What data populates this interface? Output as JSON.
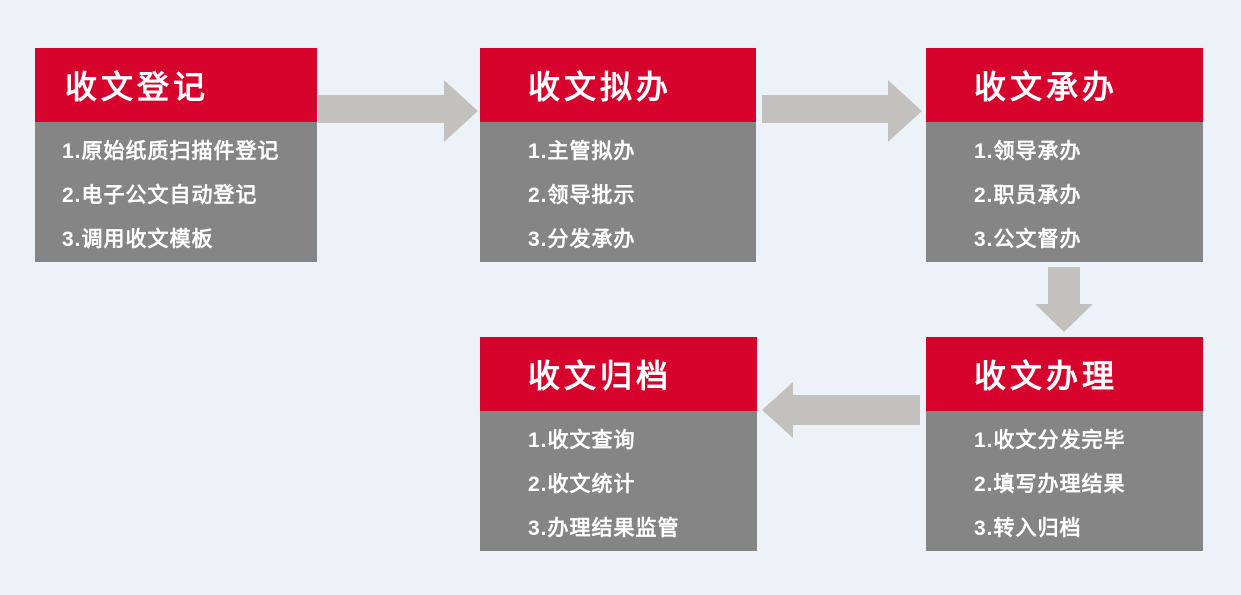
{
  "colors": {
    "background": "#edf1f8",
    "header_red": "#d6032c",
    "body_gray": "#858585",
    "arrow_gray": "#c2c1be",
    "text_white": "#ffffff"
  },
  "flow": {
    "steps": [
      {
        "title": "收文登记",
        "items": [
          "1.原始纸质扫描件登记",
          "2.电子公文自动登记",
          "3.调用收文模板"
        ]
      },
      {
        "title": "收文拟办",
        "items": [
          "1.主管拟办",
          "2.领导批示",
          "3.分发承办"
        ]
      },
      {
        "title": "收文承办",
        "items": [
          "1.领导承办",
          "2.职员承办",
          "3.公文督办"
        ]
      },
      {
        "title": "收文办理",
        "items": [
          "1.收文分发完毕",
          "2.填写办理结果",
          "3.转入归档"
        ]
      },
      {
        "title": "收文归档",
        "items": [
          "1.收文查询",
          "2.收文统计",
          "3.办理结果监管"
        ]
      }
    ],
    "arrows": [
      {
        "from": "收文登记",
        "to": "收文拟办",
        "direction": "right"
      },
      {
        "from": "收文拟办",
        "to": "收文承办",
        "direction": "right"
      },
      {
        "from": "收文承办",
        "to": "收文办理",
        "direction": "down"
      },
      {
        "from": "收文办理",
        "to": "收文归档",
        "direction": "left"
      }
    ]
  }
}
